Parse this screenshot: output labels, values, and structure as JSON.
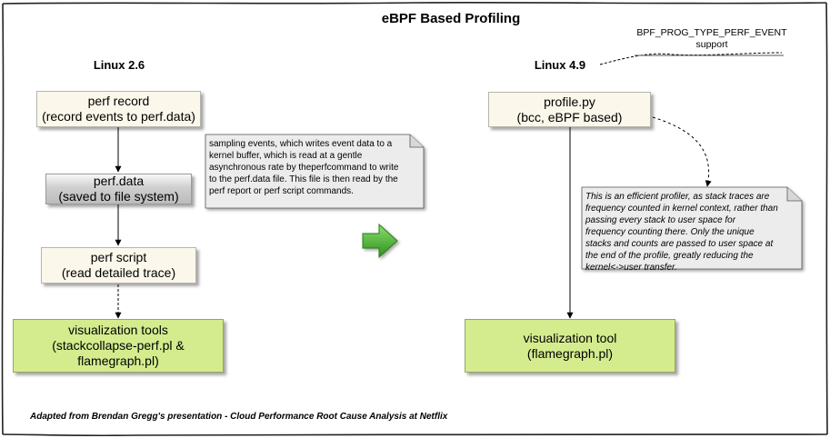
{
  "title": "eBPF Based Profiling",
  "annotation_top_right": [
    "BPF_PROG_TYPE_PERF_EVENT",
    "support"
  ],
  "left": {
    "header": "Linux 2.6",
    "boxes": [
      [
        "perf record",
        "(record events to perf.data)"
      ],
      [
        "perf.data",
        "(saved to file system)"
      ],
      [
        "perf script",
        "(read detailed trace)"
      ],
      [
        "visualization tools",
        "(stackcollapse-perf.pl &",
        "flamegraph.pl)"
      ]
    ],
    "note": [
      "sampling events, which writes event data to a",
      "kernel buffer, which is read at a gentle",
      "asynchronous rate by theperfcommand to write",
      "to the perf.data file. This file is then read by the",
      "perf report or perf script commands."
    ]
  },
  "right": {
    "header": "Linux 4.9",
    "boxes": [
      [
        "profile.py",
        "(bcc, eBPF based)"
      ],
      [
        "visualization tool",
        "(flamegraph.pl)"
      ]
    ],
    "note": [
      "This is an efficient profiler, as stack traces are",
      "frequency counted in kernel context, rather than",
      "passing every stack to user space for",
      "frequency counting there. Only the unique",
      "stacks and counts are passed to user space at",
      "the end of the profile, greatly reducing the",
      "kernel<->user transfer."
    ]
  },
  "footer": "Adapted from Brendan Gregg's  presentation - Cloud Performance Root Cause Analysis at Netflix",
  "colors": {
    "beige": "#fbf8eb",
    "green": "#d4ec8e",
    "arrow_green": "#3fa62a",
    "note_bg": "#ececec"
  }
}
